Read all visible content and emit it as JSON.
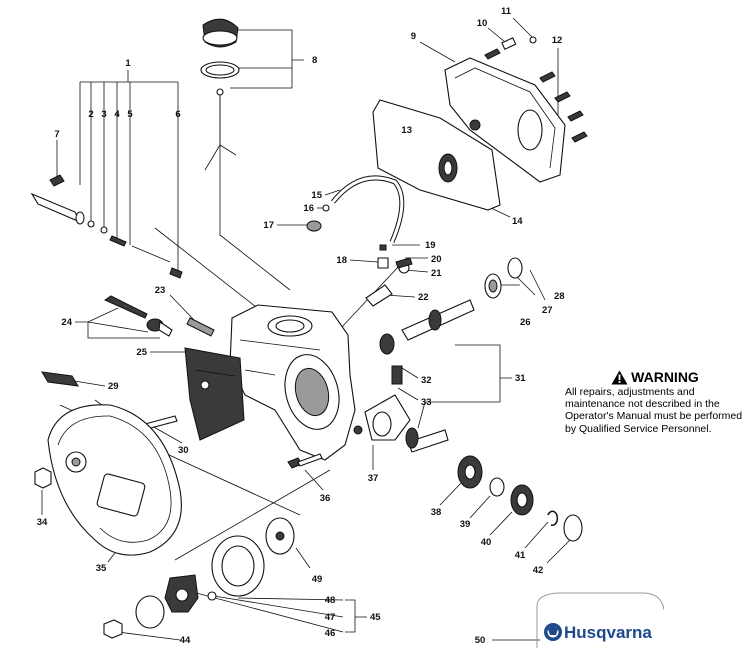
{
  "callouts": [
    "1",
    "2",
    "3",
    "4",
    "5",
    "6",
    "7",
    "8",
    "9",
    "10",
    "11",
    "12",
    "13",
    "14",
    "15",
    "16",
    "17",
    "18",
    "19",
    "20",
    "21",
    "22",
    "23",
    "24",
    "25",
    "26",
    "27",
    "28",
    "29",
    "30",
    "31",
    "32",
    "33",
    "34",
    "35",
    "36",
    "37",
    "38",
    "39",
    "40",
    "41",
    "42",
    "44",
    "45",
    "46",
    "47",
    "48",
    "49",
    "50"
  ],
  "warning": {
    "title": "WARNING",
    "text": "All repairs, adjustments and maintenance not described in the Operator's Manual must be performed by Qualified Service Personnel."
  },
  "brand": {
    "name": "Husqvarna",
    "color": "#1e4a8c"
  }
}
